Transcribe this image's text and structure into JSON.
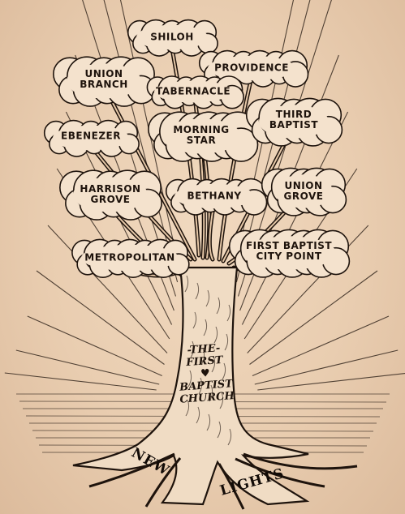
{
  "congregations": [
    {
      "id": "shiloh",
      "label": "SHILOH"
    },
    {
      "id": "union-branch",
      "label": "UNION\nBRANCH"
    },
    {
      "id": "providence",
      "label": "PROVIDENCE"
    },
    {
      "id": "tabernacle",
      "label": "TABERNACLE"
    },
    {
      "id": "ebenezer",
      "label": "EBENEZER"
    },
    {
      "id": "morning-star",
      "label": "MORNING\nSTAR"
    },
    {
      "id": "third-baptist",
      "label": "THIRD\nBAPTIST"
    },
    {
      "id": "harrison-grove",
      "label": "HARRISON\nGROVE"
    },
    {
      "id": "bethany",
      "label": "BETHANY"
    },
    {
      "id": "union-grove",
      "label": "UNION\nGROVE"
    },
    {
      "id": "metropolitan",
      "label": "METROPOLITAN"
    },
    {
      "id": "first-baptist-city-point",
      "label": "FIRST BAPTIST\nCITY POINT"
    }
  ],
  "trunk": {
    "label": "-THE-\nFIRST\n♥\nBAPTIST\nCHURCH"
  },
  "roots": {
    "label_left": "NEW",
    "label_right": "LIGHTS"
  },
  "colors": {
    "paper": "#eed5ba",
    "ink": "#1e130c"
  }
}
